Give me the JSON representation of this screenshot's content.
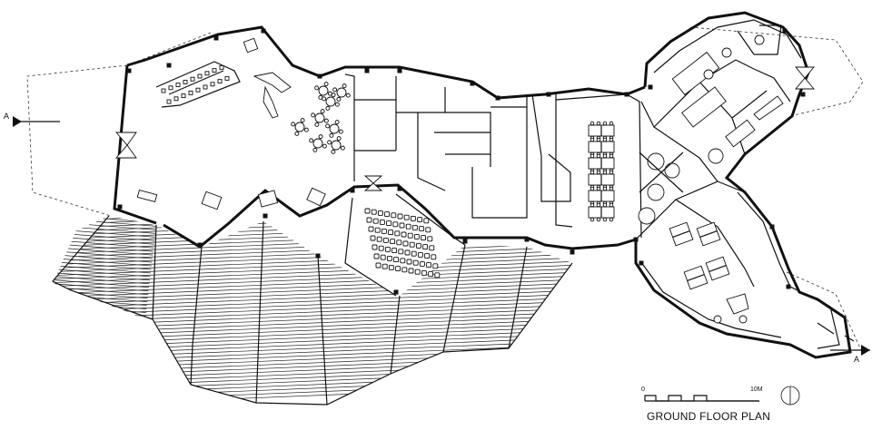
{
  "drawing": {
    "title": "GROUND FLOOR PLAN",
    "scale": {
      "start_label": "0",
      "end_label": "10M"
    },
    "section_markers": {
      "left": "A",
      "right": "A"
    }
  },
  "furniture": {
    "meeting_room_seats": 70,
    "workstation_clusters": 6
  }
}
